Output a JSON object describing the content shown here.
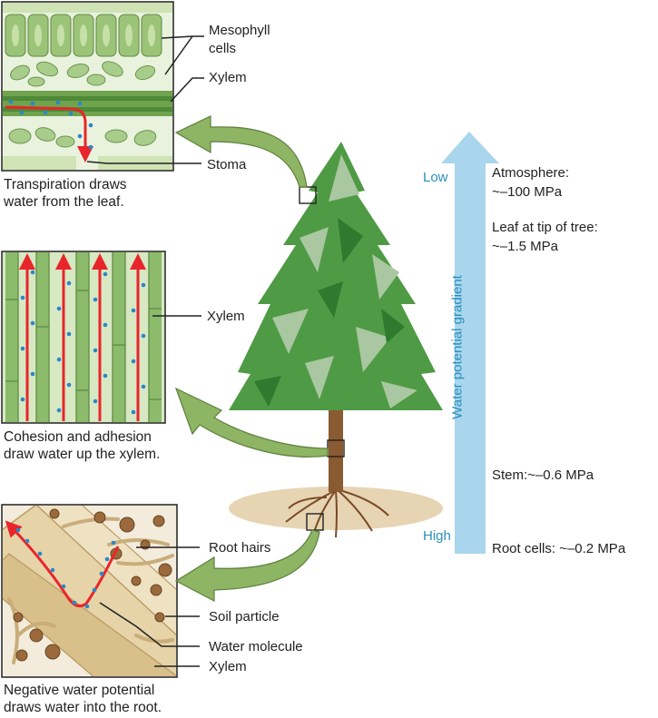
{
  "panels": {
    "leaf": {
      "caption_line1": "Transpiration draws",
      "caption_line2": "water from the leaf.",
      "labels": {
        "mesophyll_line1": "Mesophyll",
        "mesophyll_line2": "cells",
        "xylem": "Xylem",
        "stoma": "Stoma"
      }
    },
    "stem": {
      "caption_line1": "Cohesion and adhesion",
      "caption_line2": "draw water up the xylem.",
      "labels": {
        "xylem": "Xylem"
      }
    },
    "root": {
      "caption_line1": "Negative water potential",
      "caption_line2": "draws water into the root.",
      "labels": {
        "root_hairs": "Root hairs",
        "soil_particle": "Soil particle",
        "water_molecule": "Water molecule",
        "xylem": "Xylem"
      }
    }
  },
  "gradient": {
    "axis_label": "Water potential gradient",
    "low": "Low",
    "high": "High",
    "levels": [
      {
        "line1": "Atmosphere:",
        "line2": "~–100 MPa"
      },
      {
        "line1": "Leaf at tip of tree:",
        "line2": "~–1.5 MPa"
      },
      {
        "line1": "Stem:~–0.6 MPa",
        "line2": ""
      },
      {
        "line1": "Root cells: ~–0.2 MPa",
        "line2": ""
      }
    ]
  },
  "colors": {
    "arrow_blue": "#a9d6ec",
    "text_blue": "#2a8fbd",
    "flow_red": "#e8252b",
    "water_dot": "#2b87c8",
    "tree_green": "#4f9a45",
    "callout_arrow": "#8db564"
  }
}
